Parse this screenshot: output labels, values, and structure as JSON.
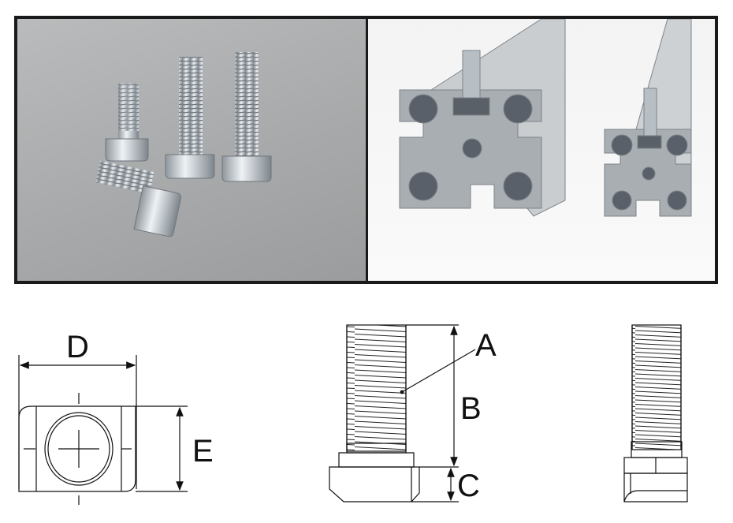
{
  "photos": {
    "left": "t-bolt-product-photo",
    "right": "t-bolt-in-aluminum-profile-photo"
  },
  "drawing": {
    "labels": {
      "d": "D",
      "e": "E",
      "a": "A",
      "b": "B",
      "c": "C"
    }
  },
  "colors": {
    "line": "#111111",
    "photo_bg_left": "#aeb0b1",
    "frame": "#1a1a1a"
  }
}
